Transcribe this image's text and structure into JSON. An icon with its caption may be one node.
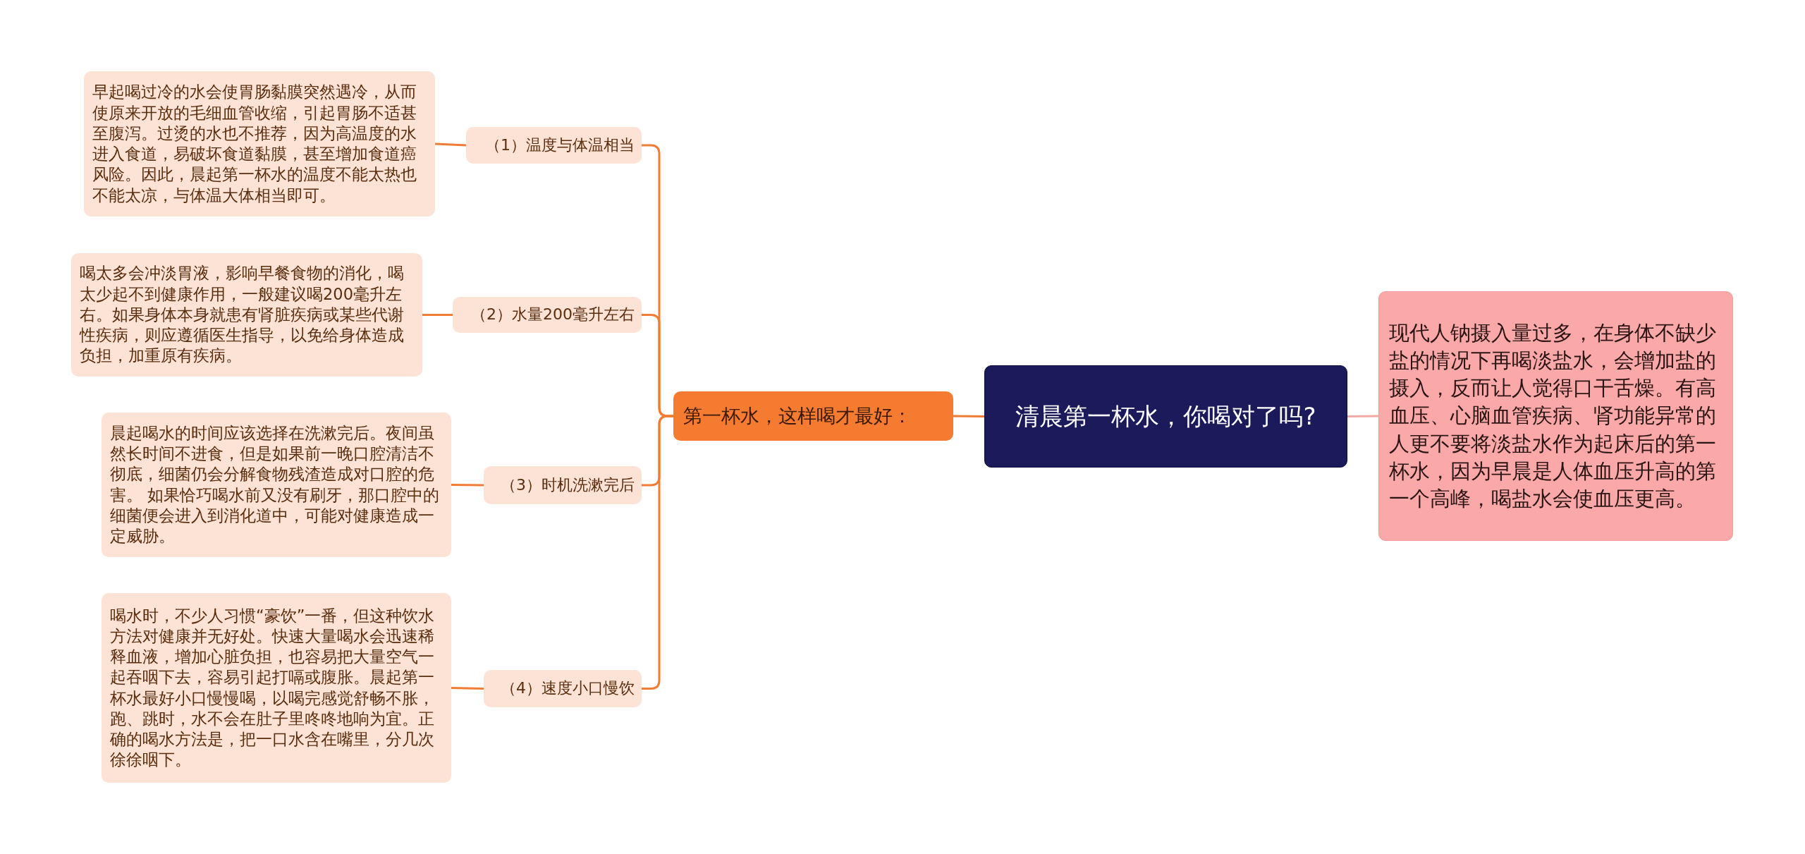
{
  "diagram": {
    "nodes": [
      {
        "text": [
          "清晨第一杯水，你喝对了吗?"
        ]
      },
      {
        "text": [
          "第一杯水，这样喝才最好："
        ]
      },
      {
        "text": [
          "现代人钠摄入量过多，在身体不缺少盐的情况下再喝淡盐水，会增加盐的摄入，反而让人觉得口干舌燥。有高血压、心脑血管疾病、肾功能异常的人更不要将淡盐水作为起床后的第一杯水，因为早晨是人体血压升高的第一个高峰，喝盐水会使血压更高。"
        ]
      },
      {
        "text": [
          "（1）温度与体温相当"
        ]
      },
      {
        "text": [
          "早起喝过冷的水会使胃肠黏膜突然遇冷，从而使原来开放的毛细血管收缩，引起胃肠不适甚至腹泻。过烫的水也不推荐，因为高温度的水进入食道，易破坏食道黏膜，甚至增加食道癌风险。因此，晨起第一杯水的温度不能太热也不能太凉，与体温大体相当即可。"
        ]
      },
      {
        "text": [
          "（2）水量200毫升左右"
        ]
      },
      {
        "text": [
          "喝太多会冲淡胃液，影响早餐食物的消化，喝太少起不到健康作用，一般建议喝200毫升左右。如果身体本身就患有肾脏疾病或某些代谢性疾病，则应遵循医生指导，以免给身体造成负担，加重原有疾病。"
        ]
      },
      {
        "text": [
          "（3）时机洗漱完后"
        ]
      },
      {
        "text": [
          "晨起喝水的时间应该选择在洗漱完后。夜间虽然长时间不进食，但是如果前一晚口腔清洁不彻底，细菌仍会分解食物残渣造成对口腔的危害。 如果恰巧喝水前又没有刷牙，那口腔中的细菌便会进入到消化道中，可能对健康造成一定威胁。"
        ]
      },
      {
        "text": [
          "（4）速度小口慢饮"
        ]
      },
      {
        "text": [
          "喝水时，不少人习惯“豪饮”一番，但这种饮水方法对健康并无好处。快速大量喝水会迅速稀释血液，增加心脏负担，也容易把大量空气一起吞咽下去，容易引起打嗝或腹胀。晨起第一杯水最好小口慢慢喝，以喝完感觉舒畅不胀，跑、跳时，水不会在肚子里咚咚地响为宜。正确的喝水方法是，把一口水含在嘴里，分几次徐徐咽下。"
        ]
      }
    ],
    "edges": [
      {
        "from": 0,
        "to": 1,
        "arrow": "none"
      },
      {
        "from": 0,
        "to": 2,
        "arrow": "none",
        "color": "#f4a9a9"
      },
      {
        "from": 1,
        "to": 3,
        "arrow": "none"
      },
      {
        "from": 1,
        "to": 5,
        "arrow": "none"
      },
      {
        "from": 1,
        "to": 7,
        "arrow": "none"
      },
      {
        "from": 1,
        "to": 9,
        "arrow": "none"
      },
      {
        "from": 3,
        "to": 4,
        "arrow": "none"
      },
      {
        "from": 5,
        "to": 6,
        "arrow": "none"
      },
      {
        "from": 7,
        "to": 8,
        "arrow": "none"
      },
      {
        "from": 9,
        "to": 10,
        "arrow": "none"
      }
    ]
  }
}
